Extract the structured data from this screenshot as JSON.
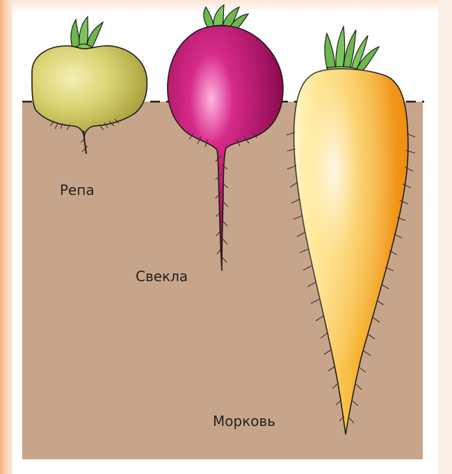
{
  "labels": {
    "turnip": "Репа",
    "beet": "Свекла",
    "carrot": "Морковь"
  },
  "colors": {
    "soil": "#c7a58a",
    "turnip": "#c8c15a",
    "beet": "#b3005f",
    "carrot": "#f0a623",
    "leaves": "#6bb84f",
    "roots": "#3c312b"
  },
  "icons": {
    "turnip": "turnip-icon",
    "beet": "beet-icon",
    "carrot": "carrot-icon"
  }
}
